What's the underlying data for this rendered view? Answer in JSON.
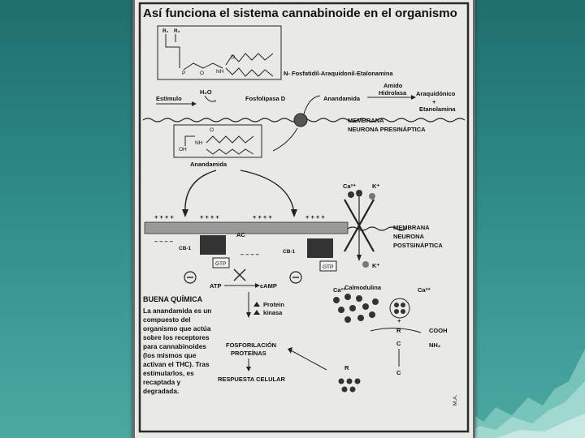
{
  "title": "Así funciona el sistema cannabinoide en el organismo",
  "molecule": {
    "r1": "R₁",
    "r2": "R₂",
    "p": "P",
    "o1": "O",
    "o2": "O",
    "nh": "NH",
    "name": "N- Fosfatidil-Araquidonil-Etalonamina"
  },
  "pathway": {
    "estimulo": "Estímulo",
    "h2o": "H₂O",
    "fosfolipasa": "Fosfolipasa D",
    "anandamida": "Anandamida",
    "amido": "Amido",
    "hidrolasa": "Hidrolasa",
    "araquidonico": "Araquidónico",
    "plus": "+",
    "etanolamina": "Etanolamina"
  },
  "membranes": {
    "top_line1": "MEMBRANA",
    "top_line2": "NEURONA PRESINÁPTICA",
    "bottom_line1": "MEMBRANA",
    "bottom_line2": "NEURONA",
    "bottom_line3": "POSTSINÁPTICA"
  },
  "anandamide_box": {
    "o": "O",
    "oh": "OH",
    "nh": "NH",
    "label": "Anandamida"
  },
  "receptor": {
    "ac": "AC",
    "cb1_left": "CB-1",
    "cb1_right": "CB-1",
    "gtp_left": "GTP",
    "gtp_right": "GTP",
    "plus_row": "+ + + +",
    "minus_row": "– – – –"
  },
  "ions": {
    "ca": "Ca²⁺",
    "k": "K⁺",
    "k2": "K⁺",
    "ca2": "Ca²⁺",
    "ca3": "Ca²⁺",
    "calmodulina": "Calmodulina"
  },
  "cascade": {
    "atp": "ATP",
    "camp": "cAMP",
    "proteinkinasa_1": "Protein",
    "proteinkinasa_2": "kinasa",
    "fosforilacion_1": "FOSFORILACIÓN",
    "fosforilacion_2": "PROTEÍNAS",
    "respuesta": "RESPUESTA CELULAR"
  },
  "side_chain": {
    "plus": "+",
    "r": "R",
    "cooh": "COOH",
    "c1": "C",
    "nh2": "NH₂",
    "c2": "C",
    "r2": "R"
  },
  "sidebar": {
    "heading": "BUENA QUÍMICA",
    "lines": [
      "La anandamida es un",
      "compuesto del",
      "organismo que actúa",
      "sobre los receptores",
      "para cannabinoides",
      "(los mismos que",
      "activan el THC). Tras",
      "estimularlos, es",
      "recaptada y",
      "degradada."
    ]
  },
  "signature": "M.A."
}
